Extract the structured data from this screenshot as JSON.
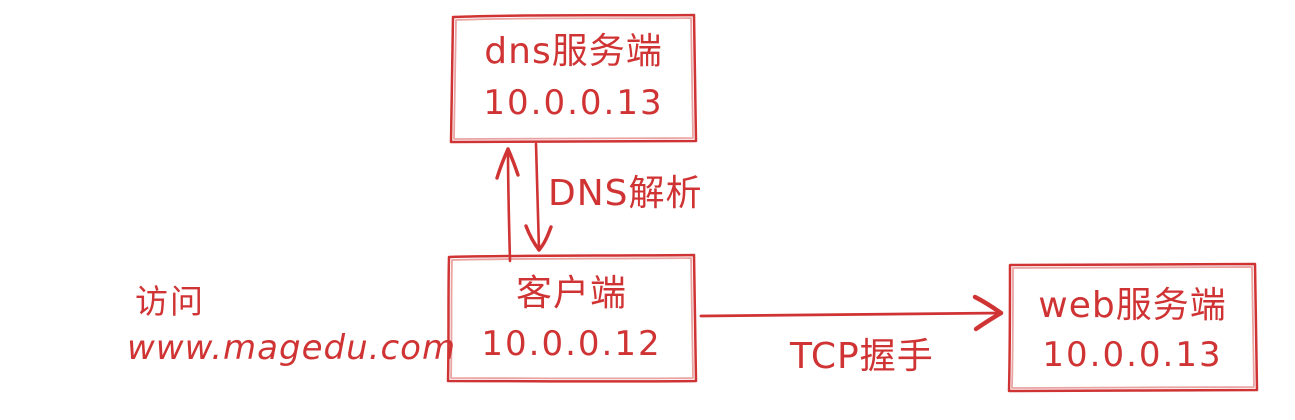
{
  "diagram": {
    "colors": {
      "ink": "#d03333",
      "background": "#ffffff"
    },
    "nodes": {
      "dns_server": {
        "name": "dns服务端",
        "ip": "10.0.0.13"
      },
      "client": {
        "name": "客户端",
        "ip": "10.0.0.12"
      },
      "web_server": {
        "name": "web服务端",
        "ip": "10.0.0.13"
      }
    },
    "edges": {
      "dns_resolution": {
        "label": "DNS解析",
        "from": "客户端",
        "to": "dns服务端",
        "direction": "bidirectional"
      },
      "tcp_handshake": {
        "label": "TCP握手",
        "from": "客户端",
        "to": "web服务端",
        "direction": "right"
      }
    },
    "annotations": {
      "access_line1": "访问",
      "access_line2": "www.magedu.com"
    }
  }
}
